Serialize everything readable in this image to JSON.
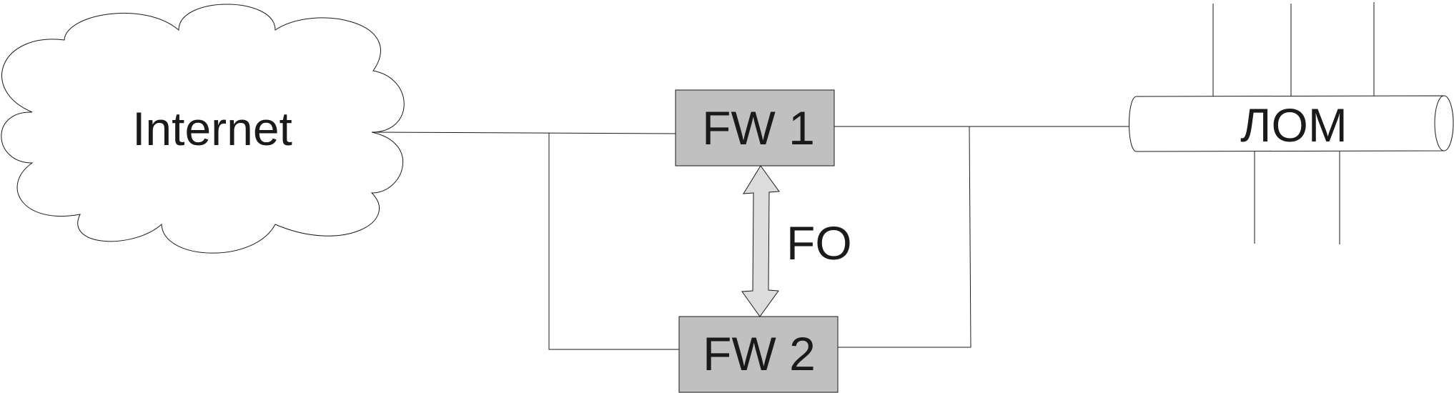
{
  "diagram": {
    "cloud_label": "Internet",
    "firewall_1": "FW 1",
    "firewall_2": "FW 2",
    "failover_label": "FO",
    "lan_label": "ЛОМ"
  },
  "colors": {
    "line": "#1a1a1a",
    "firewall_fill": "#c0c0c0",
    "arrow_fill": "#dcdcdc",
    "background": "#ffffff"
  }
}
